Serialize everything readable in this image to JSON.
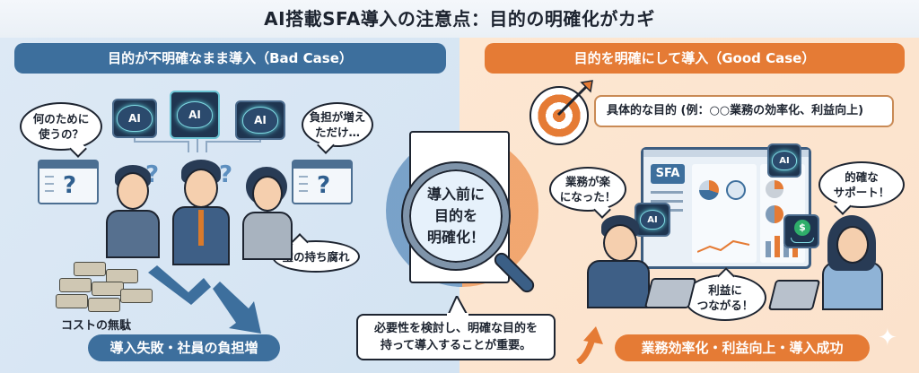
{
  "header": {
    "title": "AI搭載SFA導入の注意点：目的の明確化がカギ"
  },
  "colors": {
    "bad_accent": "#3d6f9d",
    "good_accent": "#e57b35",
    "bad_bg": "#d8e6f3",
    "good_bg": "#fce5cf"
  },
  "bad_case": {
    "banner": "目的が不明確なまま導入（Bad Case）",
    "bubbles": [
      {
        "text_line1": "何のために",
        "text_line2": "使うの？"
      },
      {
        "text_line1": "負担が増え",
        "text_line2": "ただけ…"
      },
      {
        "text_line1": "宝の持ち腐れ",
        "text_line2": ""
      }
    ],
    "ai_labels": [
      "AI",
      "AI",
      "AI"
    ],
    "question_mark": "?",
    "cost_label": "コストの無駄",
    "result": "導入失敗・社員の負担増"
  },
  "center": {
    "lens_line1": "導入前に",
    "lens_line2": "目的を",
    "lens_line3": "明確化！",
    "note_line1": "必要性を検討し、明確な目的を",
    "note_line2": "持って導入することが重要。"
  },
  "good_case": {
    "banner": "目的を明確にして導入（Good Case）",
    "goal": "具体的な目的 (例：○○業務の効率化、利益向上)",
    "sfa_label": "SFA",
    "ai_labels": [
      "AI",
      "AI"
    ],
    "dollar_icon": "$",
    "bubbles": [
      {
        "text_line1": "業務が楽",
        "text_line2": "になった！"
      },
      {
        "text_line1": "的確な",
        "text_line2": "サポート！"
      },
      {
        "text_line1": "利益に",
        "text_line2": "つながる！"
      }
    ],
    "result": "業務効率化・利益向上・導入成功"
  }
}
